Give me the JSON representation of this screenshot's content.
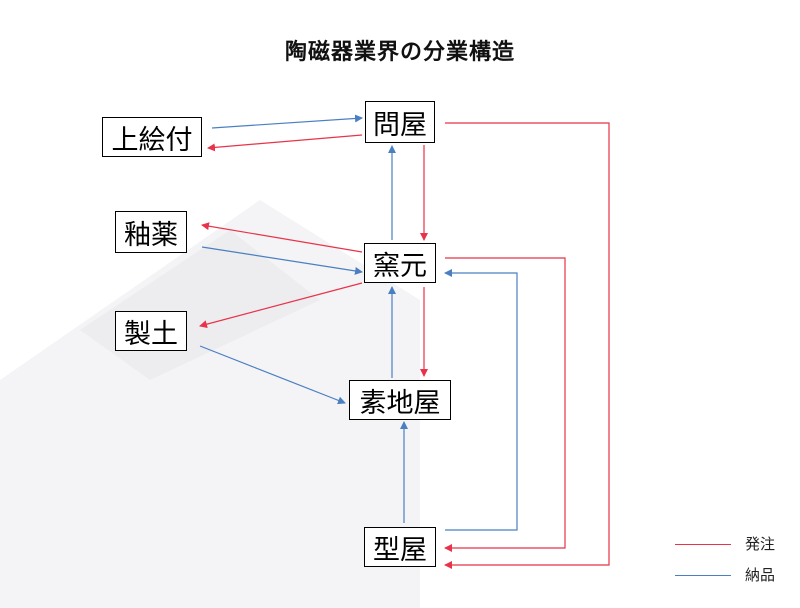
{
  "title": "陶磁器業界の分業構造",
  "nodes": {
    "uwaetsuke": "上絵付",
    "toiya": "問屋",
    "yuyaku": "釉薬",
    "kamamoto": "窯元",
    "seido": "製土",
    "kijiya": "素地屋",
    "kataya": "型屋"
  },
  "legend": {
    "order": {
      "label": "発注",
      "color": "#e8334a"
    },
    "delivery": {
      "label": "納品",
      "color": "#4a7fc1"
    }
  },
  "edges": [
    {
      "from": "uwaetsuke",
      "to": "toiya",
      "type": "delivery"
    },
    {
      "from": "toiya",
      "to": "uwaetsuke",
      "type": "order"
    },
    {
      "from": "toiya",
      "to": "kamamoto",
      "type": "order"
    },
    {
      "from": "kamamoto",
      "to": "toiya",
      "type": "delivery"
    },
    {
      "from": "kamamoto",
      "to": "yuyaku",
      "type": "order"
    },
    {
      "from": "yuyaku",
      "to": "kamamoto",
      "type": "delivery"
    },
    {
      "from": "kamamoto",
      "to": "seido",
      "type": "order"
    },
    {
      "from": "seido",
      "to": "kijiya",
      "type": "delivery"
    },
    {
      "from": "kamamoto",
      "to": "kijiya",
      "type": "order"
    },
    {
      "from": "kijiya",
      "to": "kamamoto",
      "type": "delivery"
    },
    {
      "from": "kataya",
      "to": "kijiya",
      "type": "delivery"
    },
    {
      "from": "kataya",
      "to": "kamamoto",
      "type": "delivery"
    },
    {
      "from": "kamamoto",
      "to": "kataya",
      "type": "order"
    },
    {
      "from": "toiya",
      "to": "kataya",
      "type": "order"
    }
  ]
}
